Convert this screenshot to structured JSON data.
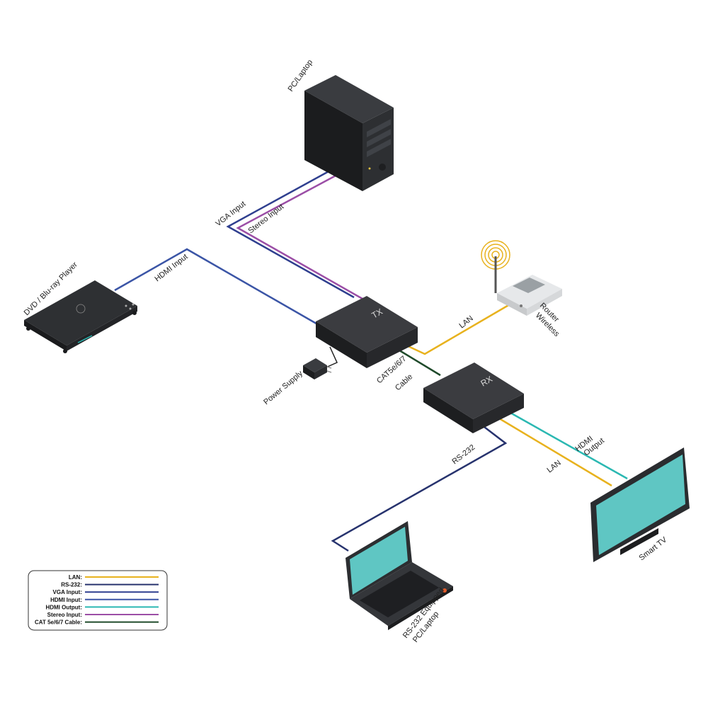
{
  "colors": {
    "lan": "#e8b21e",
    "rs232": "#27336e",
    "vga": "#2f3f8f",
    "hdmi_input": "#3b55a6",
    "hdmi_output": "#2bb8b2",
    "stereo": "#9b4ea6",
    "cat": "#1f4a2a",
    "device": "#2b2d30",
    "screen": "#5fc6c3"
  },
  "devices": {
    "pc": "PC/Laptop",
    "dvd": "DVD / Blu-ray Player",
    "router_line1": "Wireless",
    "router_line2": "Router",
    "tx": "TX",
    "rx": "RX",
    "power": "Power Supply",
    "laptop_line1": "RS-232 Equipped",
    "laptop_line2": "PC/Laptop",
    "tv": "Smart TV"
  },
  "connections": {
    "vga_input": "VGA Input",
    "stereo_input": "Stereo Input",
    "hdmi_input": "HDMI Input",
    "lan_router": "LAN",
    "cat_line1": "CAT5e/6/7",
    "cat_line2": "Cable",
    "rs232": "RS-232",
    "hdmi_output_line1": "HDMI",
    "hdmi_output_line2": "Output",
    "lan_tv": "LAN"
  },
  "legend": [
    {
      "label": "LAN:",
      "color": "#e8b21e"
    },
    {
      "label": "RS-232:",
      "color": "#27336e"
    },
    {
      "label": "VGA Input:",
      "color": "#2f3f8f"
    },
    {
      "label": "HDMI Input:",
      "color": "#3b55a6"
    },
    {
      "label": "HDMI Output:",
      "color": "#2bb8b2"
    },
    {
      "label": "Stereo Input:",
      "color": "#9b4ea6"
    },
    {
      "label": "CAT 5e/6/7 Cable:",
      "color": "#1f4a2a"
    }
  ]
}
